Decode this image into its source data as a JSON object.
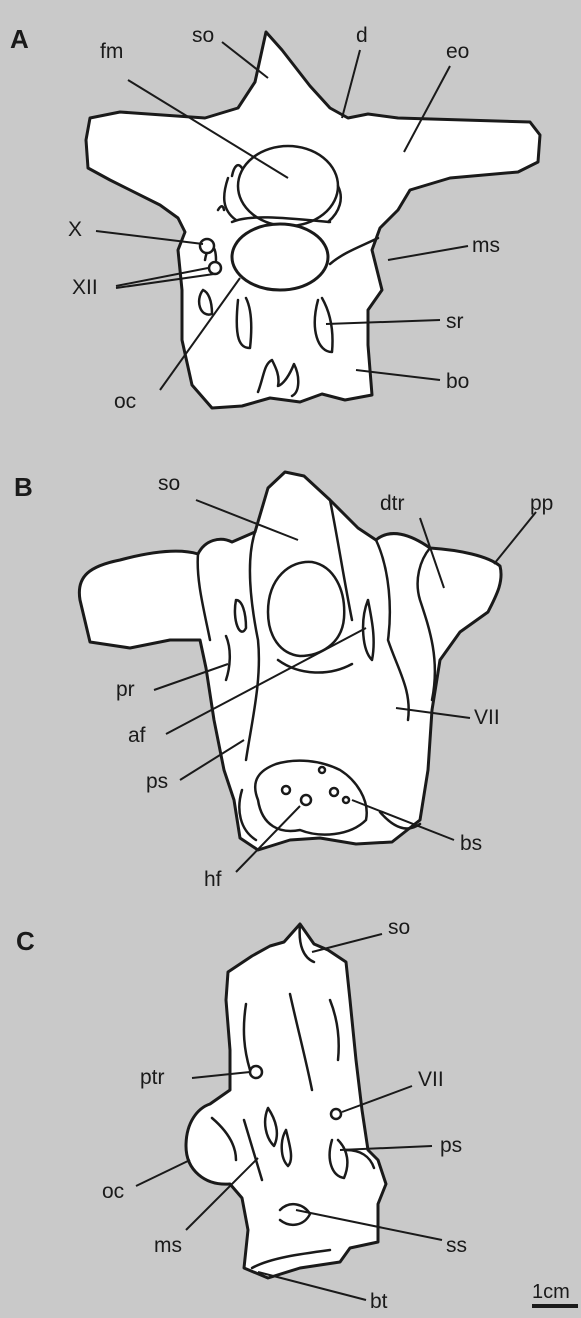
{
  "panels": [
    {
      "letter": "A",
      "labels": {
        "fm": "fm",
        "so": "so",
        "d": "d",
        "eo": "eo",
        "X": "X",
        "XII": "XII",
        "ms": "ms",
        "sr": "sr",
        "oc": "oc",
        "bo": "bo"
      }
    },
    {
      "letter": "B",
      "labels": {
        "so": "so",
        "dtr": "dtr",
        "pp": "pp",
        "pr": "pr",
        "af": "af",
        "VII": "VII",
        "ps": "ps",
        "bs": "bs",
        "hf": "hf"
      }
    },
    {
      "letter": "C",
      "labels": {
        "so": "so",
        "ptr": "ptr",
        "VII": "VII",
        "ps": "ps",
        "oc": "oc",
        "ms": "ms",
        "ss": "ss",
        "bt": "bt"
      }
    }
  ],
  "scale_bar": {
    "label": "1cm"
  },
  "colors": {
    "background": "#c9c9c9",
    "line": "#1a1a1a",
    "bone": "#ffffff"
  }
}
